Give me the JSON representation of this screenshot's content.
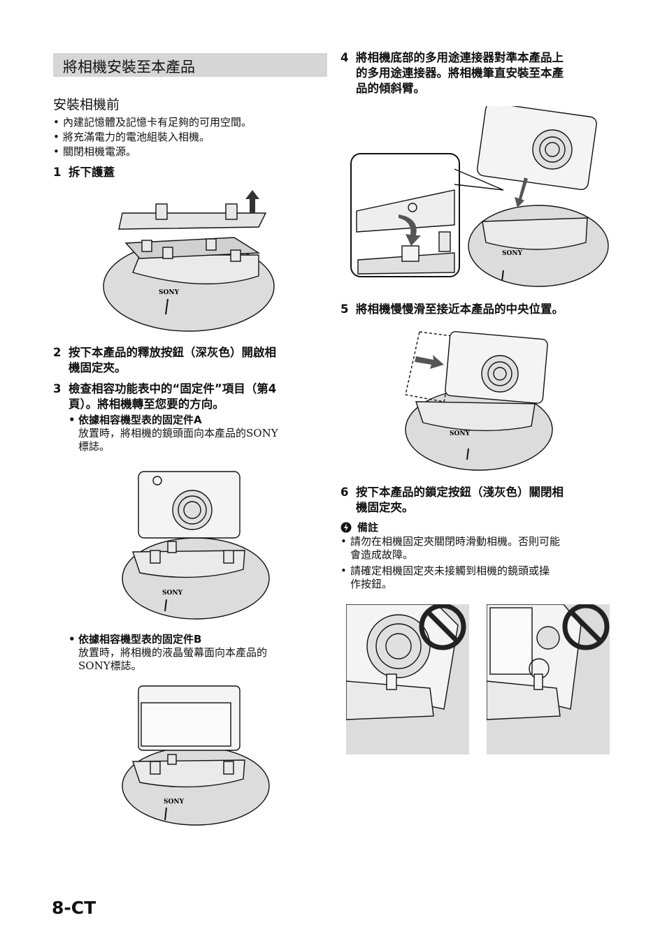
{
  "section_title": "將相機安裝至本產品",
  "before_heading": "安裝相機前",
  "before_items": [
    "內建記憶體及記憶卡有足夠的可用空間。",
    "將充滿電力的電池組裝入相機。",
    "關閉相機電源。"
  ],
  "steps": {
    "s1": {
      "num": "1",
      "text": "拆下護蓋"
    },
    "s2": {
      "num": "2",
      "line1": "按下本產品的釋放按鈕（深灰色）開啟相",
      "line2": "機固定夾。"
    },
    "s3": {
      "num": "3",
      "line1": "檢查相容功能表中的“固定件”項目（第4",
      "line2": "頁）。將相機轉至您要的方向。"
    },
    "s4": {
      "num": "4",
      "line1": "將相機底部的多用途連接器對準本產品上",
      "line2": "的多用途連接器。將相機筆直安裝至本產",
      "line3": "品的傾斜臂。"
    },
    "s5": {
      "num": "5",
      "text": "將相機慢慢滑至接近本產品的中央位置。"
    },
    "s6": {
      "num": "6",
      "line1": "按下本產品的鎖定按鈕（淺灰色）關閉相",
      "line2": "機固定夾。"
    }
  },
  "sub_a": {
    "title": "依據相容機型表的固定件A",
    "line1": "放置時，將相機的鏡頭面向本產品的SONY",
    "line2": "標誌。"
  },
  "sub_b": {
    "title": "依據相容機型表的固定件B",
    "line1": "放置時，將相機的液晶螢幕面向本產品的",
    "line2": "SONY標誌。"
  },
  "note": {
    "heading": "備註",
    "item1_line1": "請勿在相機固定夾關閉時滑動相機。否則可能",
    "item1_line2": "會造成故障。",
    "item2_line1": "請確定相機固定夾未接觸到相機的鏡頭或操",
    "item2_line2": "作按鈕。"
  },
  "logo": "SONY",
  "page_number": "8-CT"
}
